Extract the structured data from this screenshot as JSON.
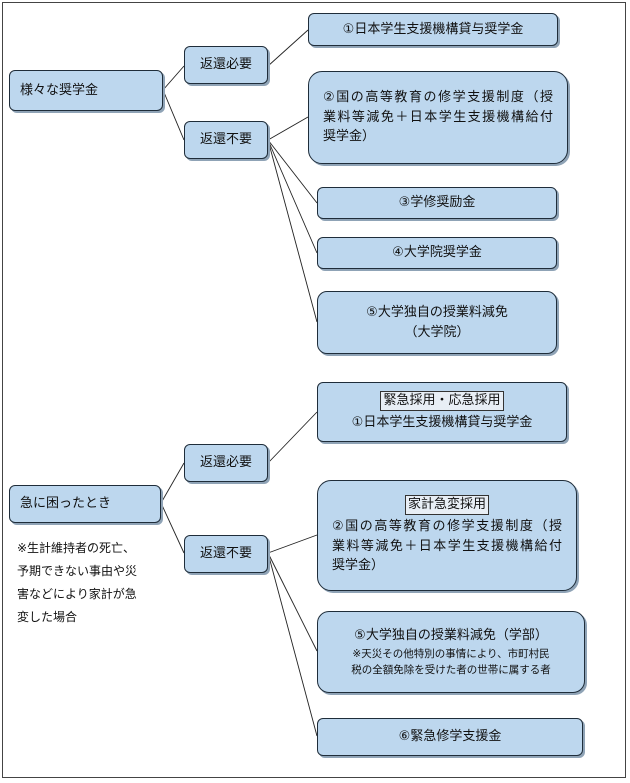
{
  "section1": {
    "root": "様々な奨学金",
    "repay_required": "返還必要",
    "repay_not_required": "返還不要",
    "items": {
      "item1": "①日本学生支援機構貸与奨学金",
      "item2": [
        "②国の高等教育の修学支援制度（授",
        "業料等減免＋日本学生支援機構給付",
        "奨学金）"
      ],
      "item3": "③学修奨励金",
      "item4": "④大学院奨学金",
      "item5": [
        "⑤大学独自の授業料減免",
        "（大学院）"
      ]
    }
  },
  "section2": {
    "root": "急に困ったとき",
    "note": [
      "※生計維持者の死亡、",
      "予期できない事由や災",
      "害などにより家計が急",
      "変した場合"
    ],
    "repay_required": "返還必要",
    "repay_not_required": "返還不要",
    "items": {
      "emergency": {
        "tag": "緊急採用・応急採用",
        "text": "①日本学生支援機構貸与奨学金"
      },
      "sudden_change": {
        "tag": "家計急変採用",
        "lines": [
          "②国の高等教育の修学支援制度（授",
          "業料等減免＋日本学生支援機構給付",
          "奨学金）"
        ]
      },
      "tuition": {
        "title": "⑤大学独自の授業料減免（学部）",
        "notes": [
          "※天災その他特別の事情により、市町村民",
          "税の全額免除を受けた者の世帯に属する者"
        ]
      },
      "emergency_support": "⑥緊急修学支援金"
    }
  },
  "colors": {
    "box_fill": "#bdd7ee",
    "box_border": "#1f2d3a",
    "line": "#222222"
  }
}
